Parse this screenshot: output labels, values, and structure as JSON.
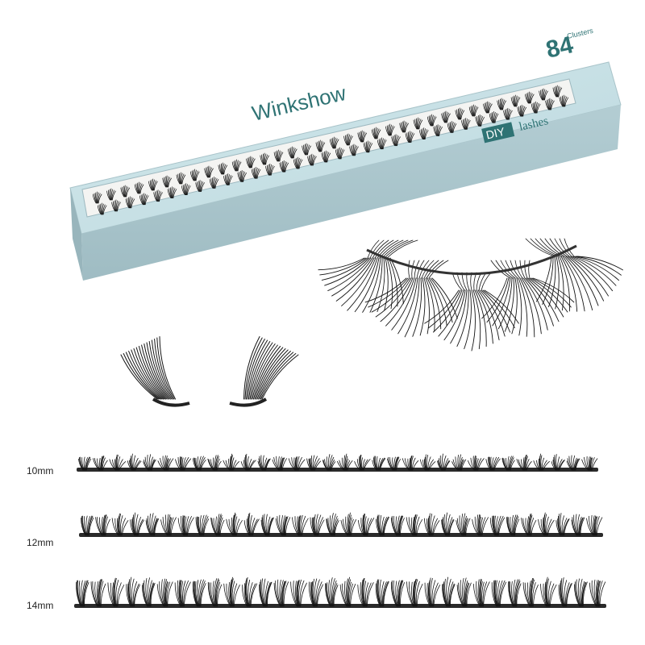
{
  "box": {
    "brand": "Winkshow",
    "count": "84",
    "count_unit": "Clusters",
    "badge": "DIY",
    "subtitle": "lashes"
  },
  "strips": [
    {
      "label": "10mm"
    },
    {
      "label": "12mm"
    },
    {
      "label": "14mm"
    }
  ],
  "colors": {
    "box_face": "#c6dfe4",
    "box_side": "#aac5cb",
    "brand_text": "#2f7374",
    "lash": "#151515"
  }
}
